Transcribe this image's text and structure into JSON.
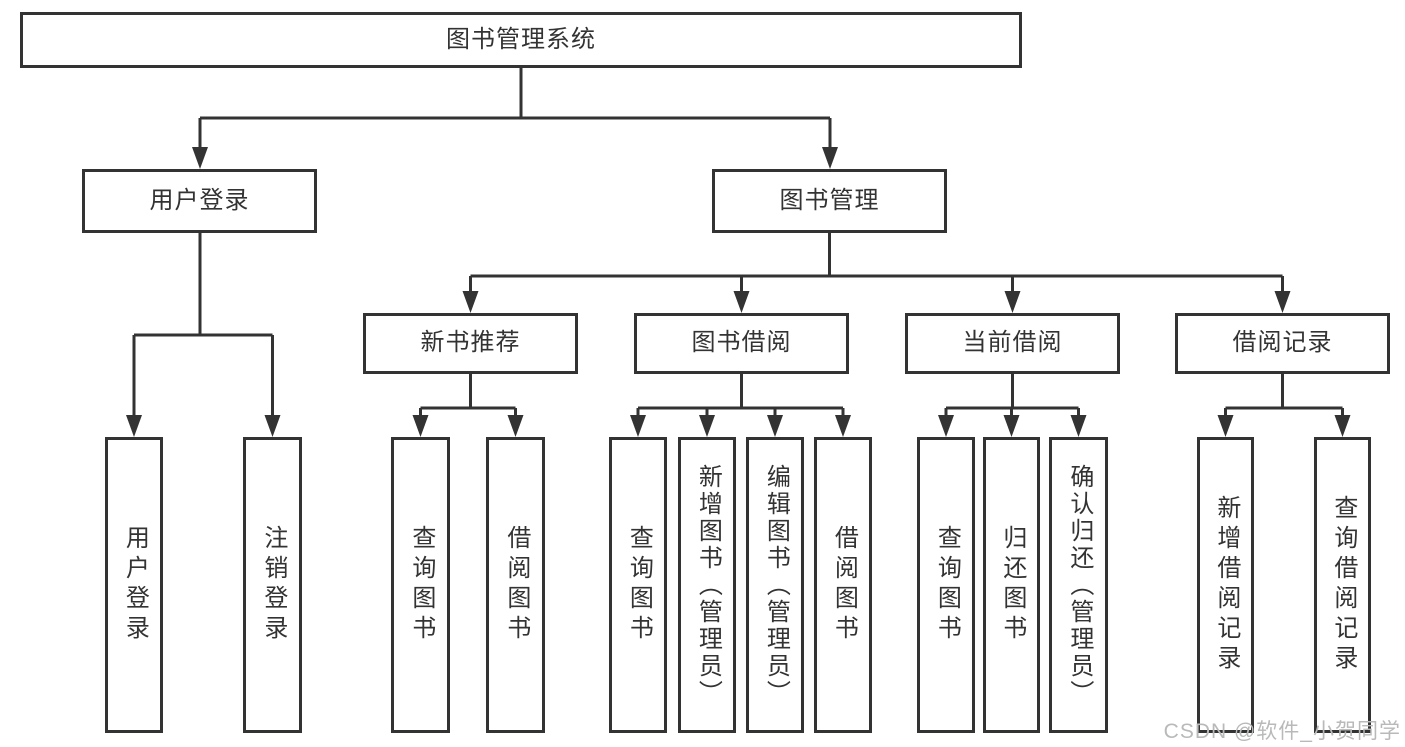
{
  "diagram_type": "hierarchy-tree",
  "colors": {
    "background": "#ffffff",
    "box_border": "#333333",
    "line": "#333333",
    "text": "#333333",
    "watermark": "#b9b9b9"
  },
  "tree": {
    "label": "图书管理系统",
    "children": [
      {
        "label": "用户登录",
        "children": [
          {
            "label": "用户登录"
          },
          {
            "label": "注销登录"
          }
        ]
      },
      {
        "label": "图书管理",
        "children": [
          {
            "label": "新书推荐",
            "children": [
              {
                "label": "查询图书"
              },
              {
                "label": "借阅图书"
              }
            ]
          },
          {
            "label": "图书借阅",
            "children": [
              {
                "label": "查询图书"
              },
              {
                "label": "新增图书（管理员）"
              },
              {
                "label": "编辑图书（管理员）"
              },
              {
                "label": "借阅图书"
              }
            ]
          },
          {
            "label": "当前借阅",
            "children": [
              {
                "label": "查询图书"
              },
              {
                "label": "归还图书"
              },
              {
                "label": "确认归还（管理员）"
              }
            ]
          },
          {
            "label": "借阅记录",
            "children": [
              {
                "label": "新增借阅记录"
              },
              {
                "label": "查询借阅记录"
              }
            ]
          }
        ]
      }
    ]
  },
  "watermark": {
    "text": "CSDN @软件_小贺同学"
  }
}
